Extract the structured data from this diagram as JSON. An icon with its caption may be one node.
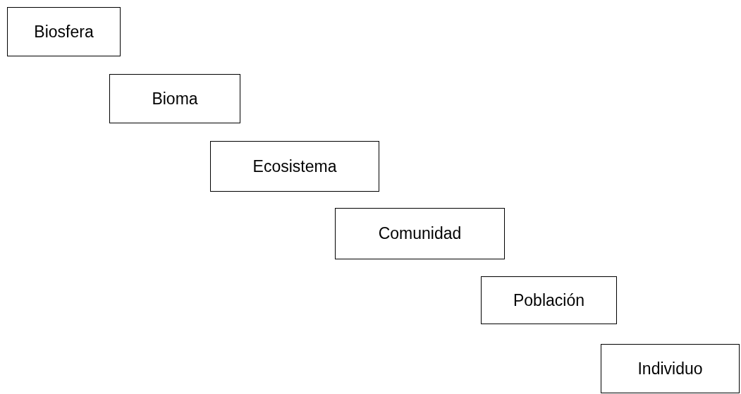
{
  "diagram": {
    "nodes": [
      {
        "text": [
          "Biosfera"
        ]
      },
      {
        "text": [
          "Bioma"
        ]
      },
      {
        "text": [
          "Ecosistema"
        ]
      },
      {
        "text": [
          "Comunidad"
        ]
      },
      {
        "text": [
          "Población"
        ]
      },
      {
        "text": [
          "Individuo"
        ]
      }
    ]
  }
}
